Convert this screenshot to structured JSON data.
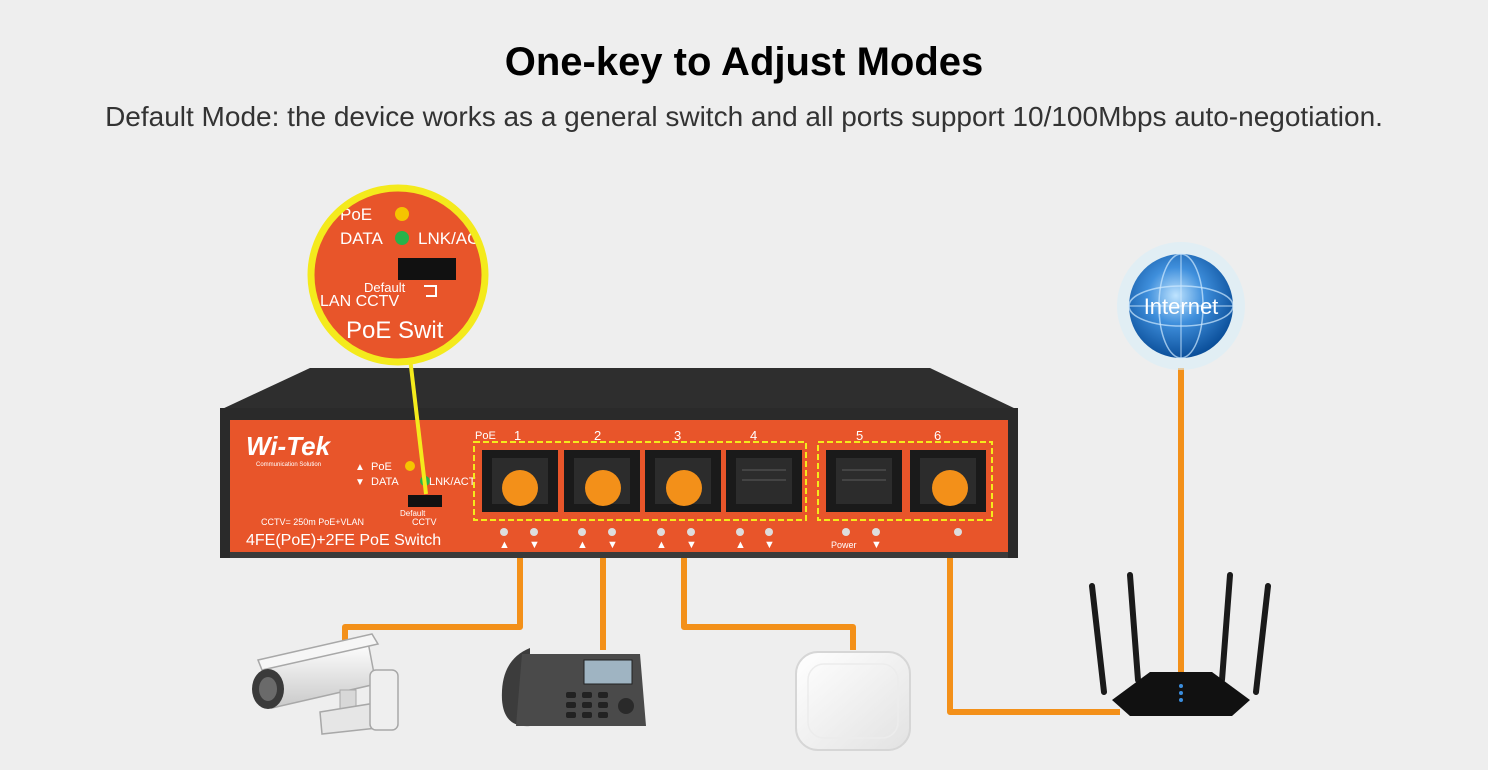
{
  "header": {
    "title": "One-key to Adjust Modes",
    "subtitle": "Default Mode: the device works as a general switch and all ports support 10/100Mbps auto-negotiation."
  },
  "switch": {
    "brand": "Wi-Tek",
    "brand_tagline": "Communication Solution",
    "led_poe": "PoE",
    "led_data": "DATA",
    "led_lnk": "LNK/ACT",
    "mode_default": "Default",
    "mode_cctv": "CCTV",
    "mode_note": "CCTV= 250m PoE+VLAN",
    "model": "4FE(PoE)+2FE PoE Switch",
    "poe_group_label": "PoE",
    "port_numbers": [
      "1",
      "2",
      "3",
      "4",
      "5",
      "6"
    ],
    "power_label": "Power"
  },
  "zoom": {
    "poe": "PoE",
    "data": "DATA",
    "lnk": "LNK/AC",
    "default": "Default",
    "modes": "LAN  CCTV",
    "model_fragment": "PoE Swit"
  },
  "internet": {
    "label": "Internet"
  },
  "colors": {
    "background": "#eeeeee",
    "switch_orange": "#e8552a",
    "cable_orange": "#f39019",
    "highlight_yellow": "#f4ea1c",
    "led_yellow": "#f5c400",
    "led_green": "#27b34a",
    "globe_blue": "#1a6fc0"
  }
}
